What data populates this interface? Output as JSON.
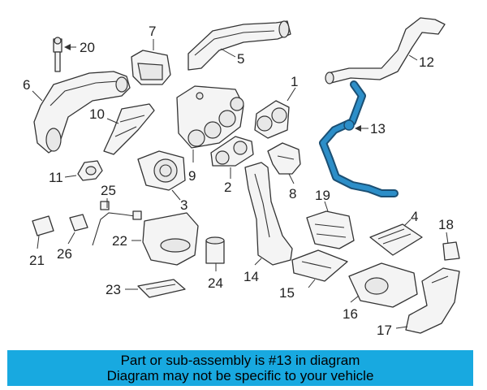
{
  "diagram": {
    "highlight_color": "#2c8ec8",
    "part_numbers": {
      "p1": "1",
      "p2": "2",
      "p3": "3",
      "p4": "4",
      "p5": "5",
      "p6": "6",
      "p7": "7",
      "p8": "8",
      "p9": "9",
      "p10": "10",
      "p11": "11",
      "p12": "12",
      "p13": "13",
      "p14": "14",
      "p15": "15",
      "p16": "16",
      "p17": "17",
      "p18": "18",
      "p19": "19",
      "p20": "20",
      "p21": "21",
      "p22": "22",
      "p23": "23",
      "p24": "24",
      "p25": "25",
      "p26": "26"
    }
  },
  "banner": {
    "background": "#18a9e0",
    "line1": "Part or sub-assembly is #13 in diagram",
    "line2": "Diagram may not be specific to your vehicle"
  }
}
